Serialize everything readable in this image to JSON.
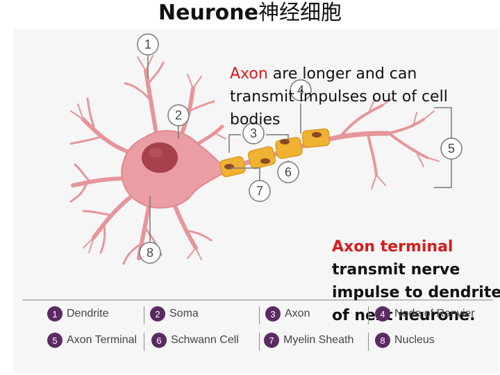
{
  "title": {
    "english": "Neurone",
    "chinese": "神经细胞"
  },
  "annotations": {
    "axon": {
      "highlight": "Axon",
      "rest": " are longer and can transmit impulses out of cell bodies"
    },
    "axon_terminal": {
      "highlight": "Axon terminal",
      "rest": " transmit nerve impulse to dendrite of next neurone."
    }
  },
  "callouts": [
    "1",
    "2",
    "3",
    "4",
    "5",
    "6",
    "7",
    "8"
  ],
  "legend": [
    {
      "num": "1",
      "label": "Dendrite"
    },
    {
      "num": "2",
      "label": "Soma"
    },
    {
      "num": "3",
      "label": "Axon"
    },
    {
      "num": "4",
      "label": "Node of Ranvier"
    },
    {
      "num": "5",
      "label": "Axon Terminal"
    },
    {
      "num": "6",
      "label": "Schwann Cell"
    },
    {
      "num": "7",
      "label": "Myelin Sheath"
    },
    {
      "num": "8",
      "label": "Nucleus"
    }
  ],
  "colors": {
    "cell_body": "#ea9da3",
    "nucleus": "#a5404d",
    "myelin": "#f1b234",
    "highlight": "#d51c1c",
    "legend_badge": "#5b2a63"
  }
}
